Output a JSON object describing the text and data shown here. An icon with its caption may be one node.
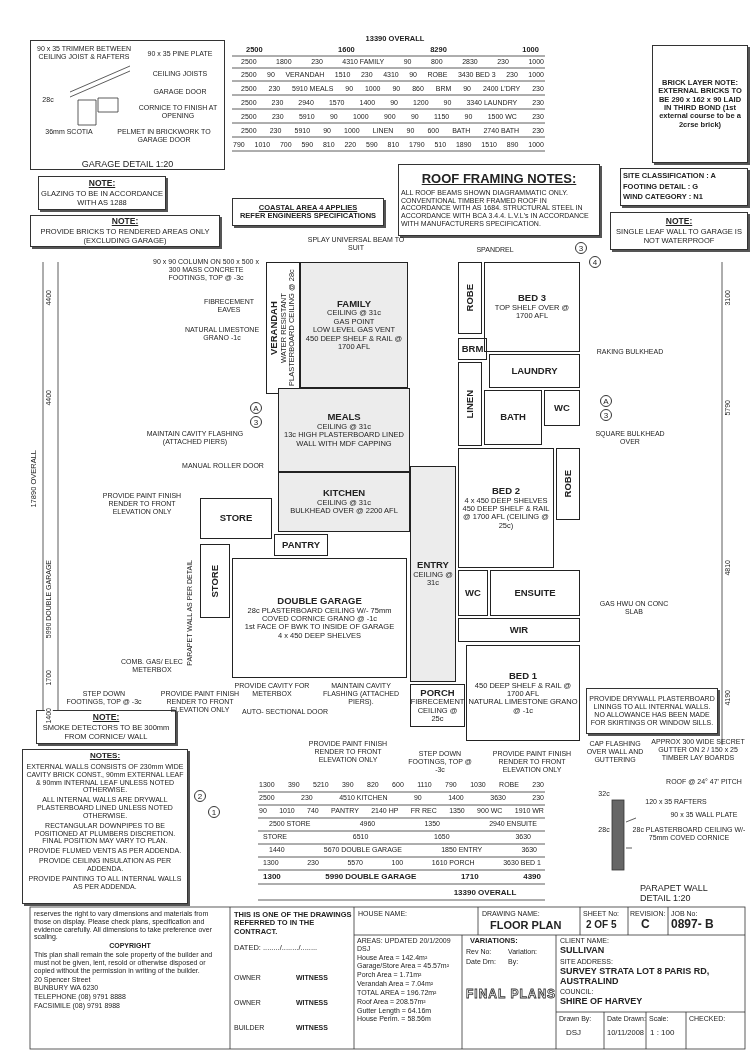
{
  "diagram": {
    "nodes": [
      {
        "text": [
          "GARAGE DETAIL 1:20"
        ]
      },
      {
        "text": [
          "NOTE:",
          "GLAZING TO BE IN ACCORDANCE WITH AS 1288"
        ]
      },
      {
        "text": [
          "NOTE:",
          "PROVIDE BRICKS TO RENDERED AREAS ONLY (EXCLUDING GARAGE)"
        ]
      },
      {
        "text": [
          "COASTAL AREA 4 APPLIES",
          "REFER ENGINEERS SPECIFICATIONS"
        ]
      },
      {
        "text": [
          "ROOF FRAMING NOTES:",
          "ALL ROOF BEAMS SHOWN DIAGRAMMATIC ONLY. CONVENTIONAL TIMBER FRAMED ROOF IN ACCORDANCE WITH AS 1684. STRUCTURAL STEEL IN ACCORDANCE WITH BCA 3.4.4. L.V.L's IN ACCORDANCE WITH MANUFACTURERS SPECIFICATION."
        ]
      },
      {
        "text": [
          "BRICK LAYER NOTE: EXTERNAL BRICKS TO BE 290 x 162 x 90 LAID IN THIRD BOND (1st external course to be a 2crse brick)"
        ]
      },
      {
        "text": [
          "SITE CLASSIFICATION : A",
          "FOOTING DETAIL : G",
          "WIND CATEGORY : N1"
        ]
      },
      {
        "text": [
          "NOTE:",
          "SINGLE LEAF WALL TO GARAGE IS NOT WATERPROOF"
        ]
      },
      {
        "text": [
          "VERANDAH",
          "WATER RESISTANT PLASTERBOARD CEILING @ 28c"
        ]
      },
      {
        "text": [
          "FAMILY",
          "CEILING @ 31c",
          "GAS POINT",
          "LOW LEVEL GAS VENT",
          "450 DEEP SHELF & RAIL @ 1700 AFL"
        ]
      },
      {
        "text": [
          "MEALS",
          "CEILING @ 31c",
          "13c HIGH PLASTERBOARD LINED WALL WITH MDF CAPPING"
        ]
      },
      {
        "text": [
          "KITCHEN",
          "CEILING @ 31c",
          "BULKHEAD OVER @ 2200 AFL"
        ]
      },
      {
        "text": [
          "STORE"
        ]
      },
      {
        "text": [
          "PANTRY"
        ]
      },
      {
        "text": [
          "STORE"
        ]
      },
      {
        "text": [
          "DOUBLE GARAGE",
          "28c PLASTERBOARD CEILING W/- 75mm COVED CORNICE GRANO @ -1c",
          "1st FACE OF BWK TO INSIDE OF GARAGE",
          "4 x 450 DEEP SHELVES"
        ]
      },
      {
        "text": [
          "ENTRY",
          "CEILING @ 31c"
        ]
      },
      {
        "text": [
          "PORCH",
          "FIBRECEMENT CEILING @ 25c"
        ]
      },
      {
        "text": [
          "ROBE"
        ]
      },
      {
        "text": [
          "BED 3",
          "TOP SHELF OVER @ 1700 AFL"
        ]
      },
      {
        "text": [
          "BRM"
        ]
      },
      {
        "text": [
          "LAUNDRY"
        ]
      },
      {
        "text": [
          "LINEN"
        ]
      },
      {
        "text": [
          "BATH"
        ]
      },
      {
        "text": [
          "WC"
        ]
      },
      {
        "text": [
          "BED 2",
          "4 x 450 DEEP SHELVES",
          "450 DEEP SHELF & RAIL @ 1700 AFL (CEILING @ 25c)"
        ]
      },
      {
        "text": [
          "ROBE"
        ]
      },
      {
        "text": [
          "WC"
        ]
      },
      {
        "text": [
          "ENSUITE"
        ]
      },
      {
        "text": [
          "WIR"
        ]
      },
      {
        "text": [
          "BED 1",
          "450 DEEP SHELF & RAIL @ 1700 AFL",
          "NATURAL LIMESTONE GRANO @ -1c"
        ]
      },
      {
        "text": [
          "NOTE:",
          "SMOKE DETECTORS TO BE 300mm FROM CORNICE/ WALL"
        ]
      },
      {
        "text": [
          "NOTES:",
          "EXTERNAL WALLS CONSISTS OF 230mm WIDE CAVITY BRICK CONST., 90mm EXTERNAL LEAF & 90mm INTERNAL LEAF UNLESS NOTED OTHERWISE.",
          "ALL INTERNAL WALLS ARE DRYWALL PLASTERBOARD LINED UNLESS NOTED OTHERWISE.",
          "RECTANGULAR DOWNPIPES TO BE POSITIONED AT PLUMBERS DISCRETION. FINAL POSITION MAY VARY TO PLAN.",
          "PROVIDE FLUMED VENTS AS PER ADDENDA.",
          "PROVIDE CEILING INSULATION AS PER ADDENDA.",
          "PROVIDE PAINTING TO ALL INTERNAL WALLS AS PER ADDENDA."
        ]
      },
      {
        "text": [
          "PROVIDE DRYWALL PLASTERBOARD LININGS TO ALL INTERNAL WALLS. NO ALLOWANCE HAS BEEN MADE FOR SKIRTINGS OR WINDOW SILLS."
        ]
      },
      {
        "text": [
          "PARAPET WALL DETAIL 1:20"
        ]
      }
    ],
    "labels": [
      "90 x 35 TRIMMER BETWEEN CEILING JOIST & RAFTERS",
      "90 x 35 PINE PLATE",
      "CEILING JOISTS",
      "28c",
      "GARAGE DOOR",
      "CORNICE TO FINISH AT OPENING",
      "36mm SCOTIA",
      "PELMET IN BRICKWORK TO GARAGE DOOR",
      "13390 OVERALL",
      "2500",
      "1600",
      "8290",
      "1000",
      "2500",
      "1800",
      "230",
      "4310 FAMILY",
      "90",
      "800",
      "2830",
      "230",
      "1000",
      "2500",
      "90",
      "VERANDAH",
      "1510",
      "230",
      "4310",
      "90",
      "ROBE",
      "3430 BED 3",
      "230",
      "1000",
      "2500",
      "230",
      "5910 MEALS",
      "90",
      "1000",
      "90",
      "860",
      "BRM",
      "90",
      "2400 L'DRY",
      "230",
      "2500",
      "230",
      "2940",
      "1570",
      "1400",
      "90",
      "1200",
      "90",
      "3340 LAUNDRY",
      "230",
      "2500",
      "230",
      "5910",
      "90",
      "1000",
      "900",
      "90",
      "1150",
      "90",
      "1500 WC",
      "230",
      "2500",
      "230",
      "5910",
      "90",
      "1000",
      "LINEN",
      "90",
      "600",
      "BATH",
      "2740 BATH",
      "230",
      "790",
      "1010",
      "700",
      "590",
      "810",
      "220",
      "590",
      "810",
      "1790",
      "510",
      "1890",
      "1510",
      "890",
      "1000",
      "3",
      "4",
      "A",
      "3",
      "A",
      "3",
      "2",
      "1",
      "4400",
      "4400",
      "17890 OVERALL",
      "5990 DOUBLE GARAGE",
      "1700",
      "1400",
      "3100",
      "5790",
      "4810",
      "4190",
      "SPLAY UNIVERSAL BEAM TO SUIT",
      "SPANDREL",
      "90 x 90 COLUMN ON 500 x 500 x 300 MASS CONCRETE FOOTINGS, TOP @ -3c",
      "FIBRECEMENT EAVES",
      "NATURAL LIMESTONE GRANO -1c",
      "MAINTAIN CAVITY FLASHING (ATTACHED PIERS)",
      "MANUAL ROLLER DOOR",
      "PROVIDE PAINT FINISH RENDER TO FRONT ELEVATION ONLY",
      "COMB. GAS/ ELEC METERBOX",
      "STEP DOWN FOOTINGS, TOP @ -3c",
      "PROVIDE PAINT FINISH RENDER TO FRONT ELEVATION ONLY",
      "PROVIDE PAINT FINISH RENDER TO FRONT ELEVATION ONLY",
      "STEP DOWN FOOTINGS, TOP @ -3c",
      "PROVIDE PAINT FINISH RENDER TO FRONT ELEVATION ONLY",
      "RAKING BULKHEAD",
      "SQUARE BULKHEAD OVER",
      "GAS HWU ON CONC SLAB",
      "PARAPET WALL AS PER DETAIL",
      "PROVIDE CAVITY FOR METERBOX",
      "MAINTAIN CAVITY FLASHING (ATTACHED PIERS).",
      "AUTO- SECTIONAL DOOR",
      "CAP FLASHING OVER WALL AND GUTTERING",
      "APPROX 300 WIDE SECRET GUTTER ON 2 / 150 x 25 TIMBER LAY BOARDS",
      "ROOF @ 24° 47' PITCH",
      "32c",
      "120 x 35 RAFTERS",
      "90 x 35 WALL PLATE",
      "28c",
      "28c PLASTERBOARD CEILING W/- 75mm COVED CORNICE",
      "1300",
      "390",
      "5210",
      "390",
      "820",
      "600",
      "1110",
      "790",
      "1030",
      "ROBE",
      "230",
      "2500",
      "230",
      "4510 KITCHEN",
      "90",
      "1400",
      "3630",
      "230",
      "90",
      "1010",
      "740",
      "PANTRY",
      "2140 HP",
      "FR REC",
      "1350",
      "900 WC",
      "1910 WR",
      "2500 STORE",
      "4960",
      "1350",
      "2940 ENSUITE",
      "STORE",
      "6510",
      "1650",
      "3630",
      "1440",
      "5670 DOUBLE GARAGE",
      "1850 ENTRY",
      "3630",
      "1300",
      "230",
      "5570",
      "100",
      "1610 PORCH",
      "3630 BED 1",
      "1300",
      "5990 DOUBLE GARAGE",
      "1710",
      "4390",
      "13390 OVERALL",
      "reserves the right to vary dimensions and materials from those on display. Please check plans, specification and evidence carefully. All dimensions to take preference over scaling.",
      "COPYRIGHT",
      "This plan shall remain the sole property of the builder and must not be given, lent, resold or otherwise disposed or copied without the permission in writing of the builder.",
      "20 Spencer Street",
      "BUNBURY WA 6230",
      "TELEPHONE (08) 9791 8888",
      "FACSIMILE (08) 9791 8988",
      "THIS IS ONE OF THE DRAWINGS REFERRED TO IN THE CONTRACT.",
      "DATED: ......../......../........",
      "OWNER",
      "WITNESS",
      "OWNER",
      "WITNESS",
      "BUILDER",
      "WITNESS",
      "HOUSE NAME:",
      "AREAS: UPDATED 20/1/2009 DSJ",
      "House Area = 142.4m²",
      "Garage/Store Area = 45.57m²",
      "Porch Area = 1.71m²",
      "Verandah Area = 7.04m²",
      "TOTAL AREA = 196.72m²",
      "Roof Area = 208.57m²",
      "Gutter Length = 64.16m",
      "House Perim. = 58.56m",
      "DRAWING NAME:",
      "FLOOR PLAN",
      "SHEET No:",
      "2 OF 5",
      "REVISION:",
      "C",
      "JOB No:",
      "0897- B",
      "VARIATIONS:",
      "Rev No:",
      "Variation:",
      "Date Drn:",
      "By:",
      "CLIENT NAME:",
      "SULLIVAN",
      "SITE ADDRESS:",
      "SURVEY STRATA LOT 8 PARIS RD, AUSTRALIND",
      "COUNCIL:",
      "SHIRE OF HARVEY",
      "Drawn By:",
      "DSJ",
      "Date Drawn:",
      "10/11/2008",
      "Scale:",
      "1 : 100",
      "CHECKED:",
      "FINAL PLANS"
    ]
  }
}
